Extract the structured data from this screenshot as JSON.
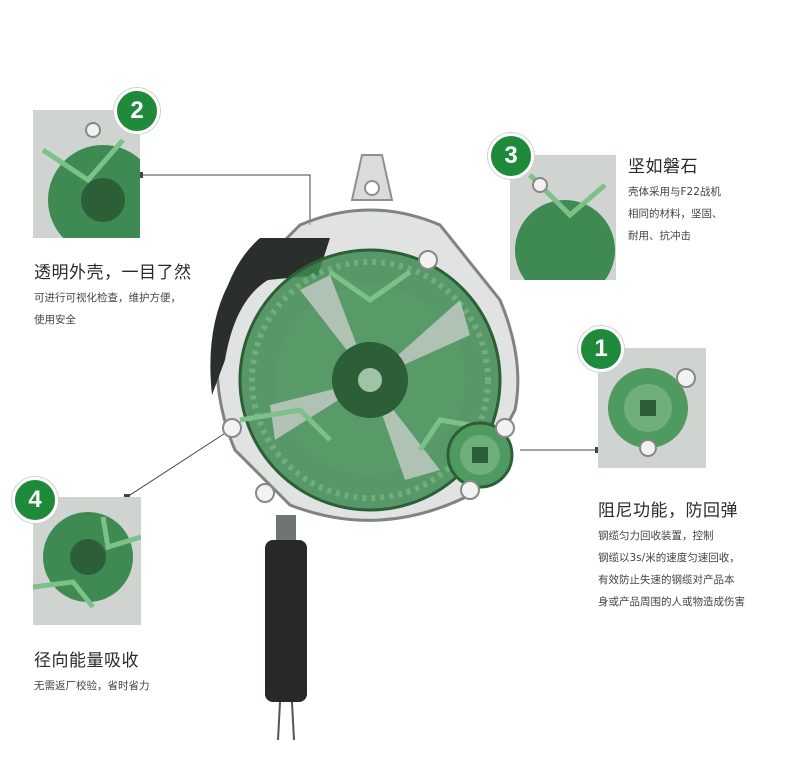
{
  "callouts": [
    {
      "number": "1",
      "title": "阻尼功能，防回弹",
      "lines": [
        "钢缆匀力回收装置，控制",
        "钢缆以3s/米的速度匀速回收，",
        "有效防止失速的钢缆对产品本",
        "身或产品周围的人或物造成伤害"
      ]
    },
    {
      "number": "2",
      "title": "透明外壳，一目了然",
      "lines": [
        "可进行可视化检查，维护方便，",
        "使用安全"
      ]
    },
    {
      "number": "3",
      "title": "坚如磐石",
      "lines": [
        "壳体采用与F22战机",
        "相同的材料，坚固、",
        "耐用、抗冲击"
      ]
    },
    {
      "number": "4",
      "title": "径向能量吸收",
      "lines": [
        "无需返厂校验，省时省力"
      ]
    }
  ],
  "colors": {
    "accent_green": "#1f8a3a",
    "gear_green": "#3f8a52",
    "dark_green": "#2c5e38"
  },
  "icons": [
    "balancer-device-illustration",
    "detail-thumbnail"
  ]
}
